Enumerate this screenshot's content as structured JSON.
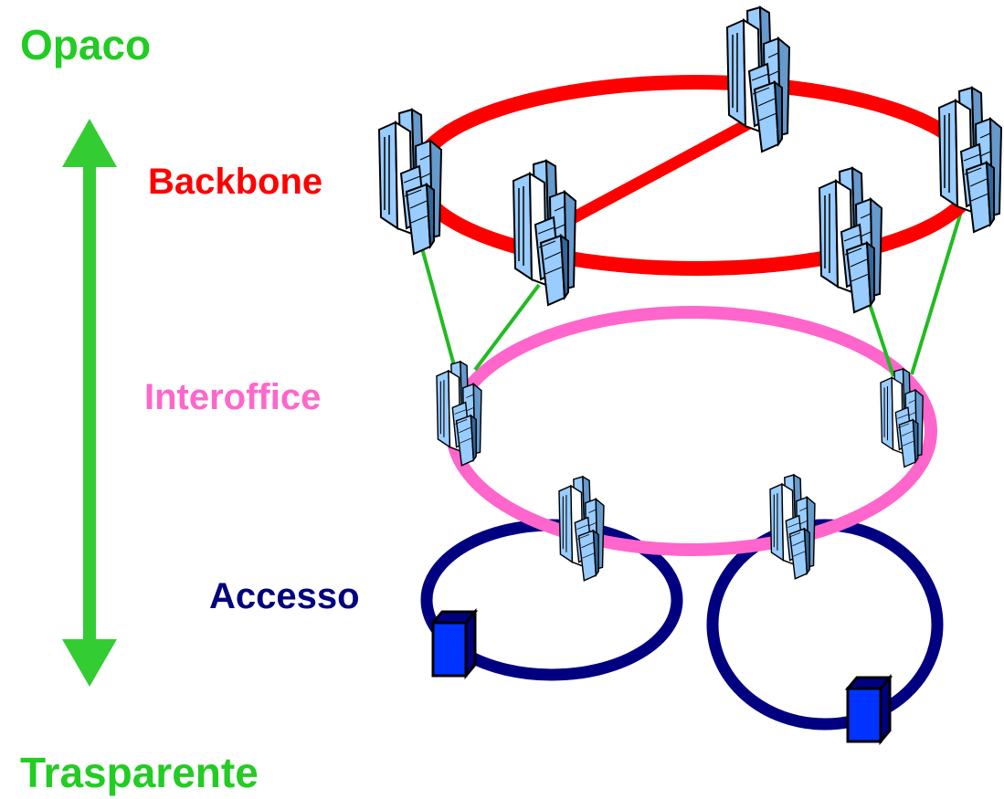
{
  "labels": {
    "top": "Opaco",
    "bottom": "Trasparente",
    "backbone": "Backbone",
    "interoffice": "Interoffice",
    "access": "Accesso"
  },
  "colors": {
    "scale": "#33cc33",
    "backbone": "#ff0000",
    "interoffice": "#ff66cc",
    "access": "#000080",
    "uplink": "#22bb22",
    "building_fill": "#99ccff",
    "terminal_fill": "#0033ff"
  },
  "icons": {
    "node": "office-building-icon",
    "endpoint": "access-terminal-icon"
  }
}
